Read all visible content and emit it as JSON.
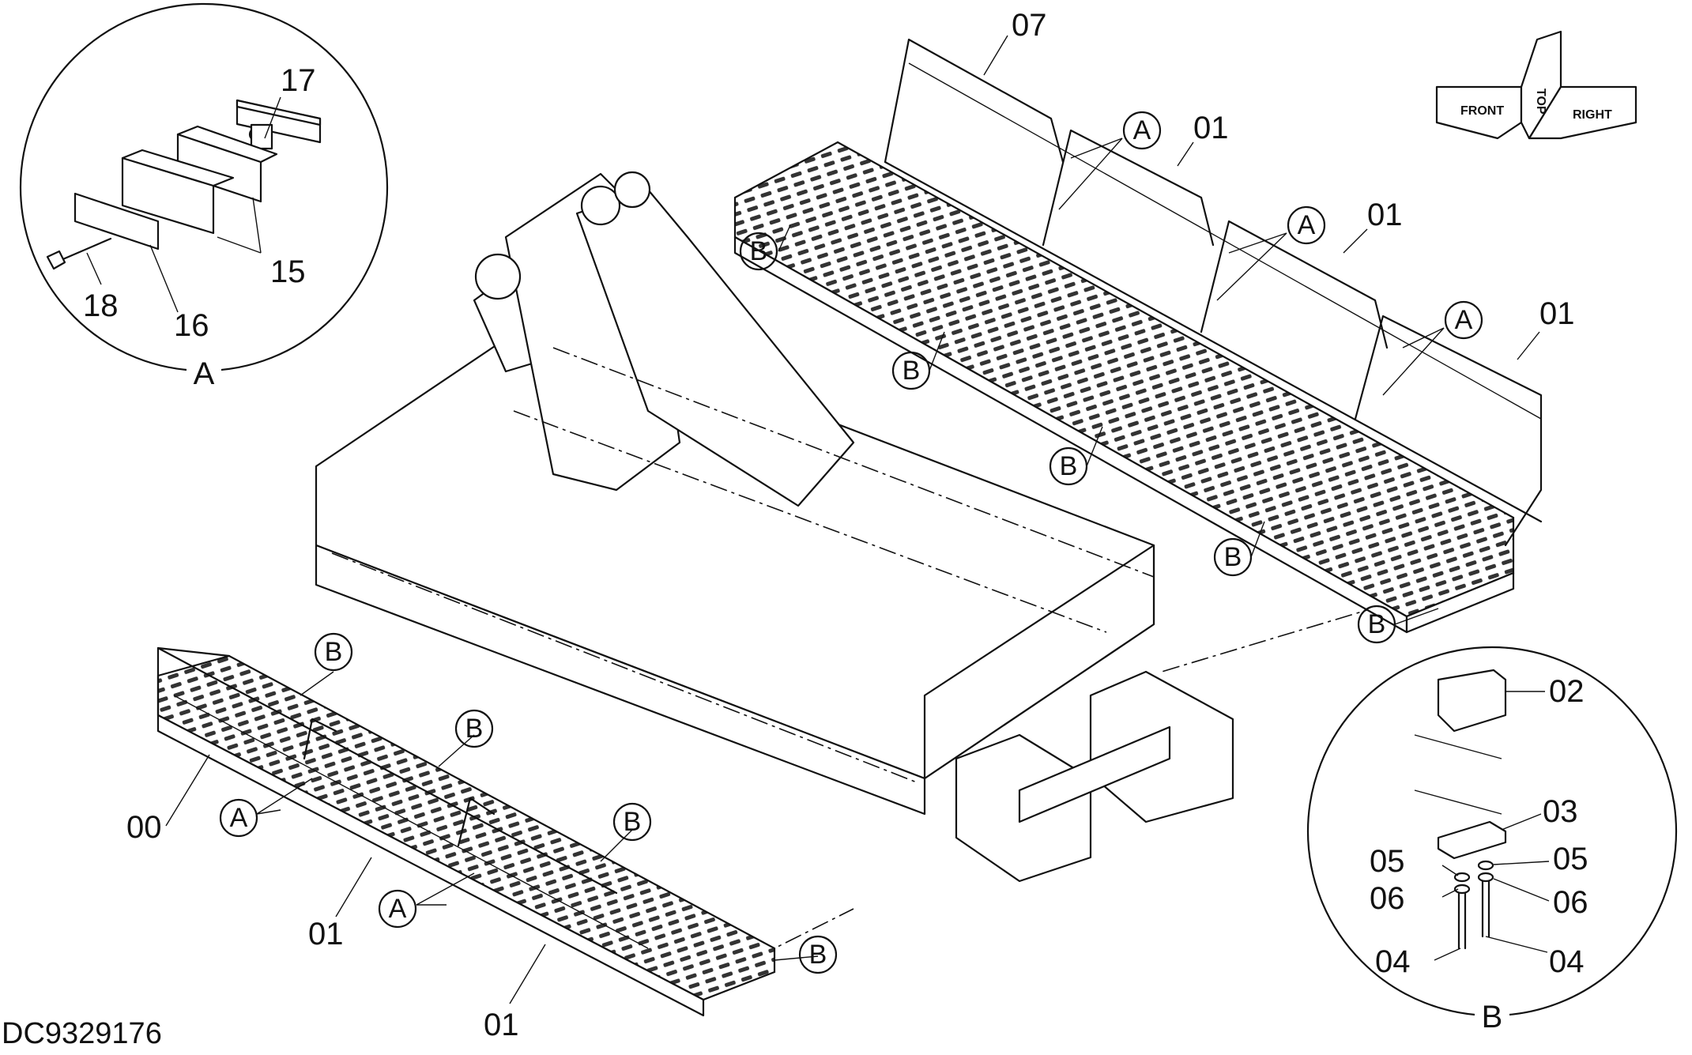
{
  "drawing_code": "DC9329176",
  "orientation": {
    "front": "FRONT",
    "top": "TOP",
    "right": "RIGHT"
  },
  "detail_a": {
    "title": "A",
    "labels": [
      "17",
      "15",
      "18",
      "16"
    ]
  },
  "detail_b": {
    "title": "B",
    "labels": [
      "02",
      "03",
      "05",
      "05",
      "06",
      "06",
      "04",
      "04"
    ]
  },
  "callouts": {
    "top_handrail": "07",
    "walkway_parts": [
      "01",
      "01",
      "01",
      "00",
      "01",
      "01"
    ],
    "view_letters": [
      "A",
      "B"
    ]
  }
}
